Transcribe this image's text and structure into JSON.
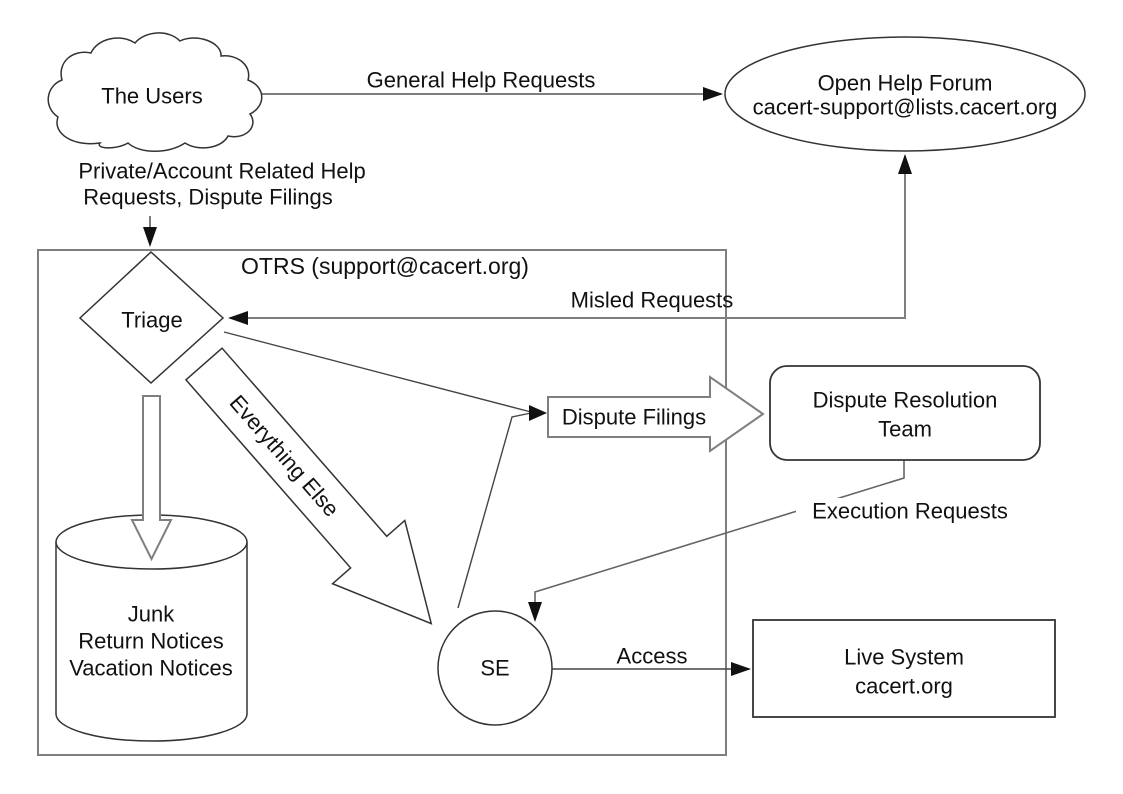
{
  "diagram": {
    "nodes": {
      "users": {
        "label": "The Users"
      },
      "open_help_forum": {
        "line1": "Open Help Forum",
        "line2": "cacert-support@lists.cacert.org"
      },
      "otrs": {
        "title": "OTRS (support@cacert.org)"
      },
      "triage": {
        "label": "Triage"
      },
      "junk_store": {
        "lines": [
          "Junk",
          "Return Notices",
          "Vacation Notices"
        ]
      },
      "se": {
        "label": "SE"
      },
      "dispute_filings": {
        "label": "Dispute Filings"
      },
      "dispute_resolution_team": {
        "line1": "Dispute Resolution",
        "line2": "Team"
      },
      "live_system": {
        "line1": "Live System",
        "line2": "cacert.org"
      }
    },
    "edges": {
      "general_help_requests": {
        "label": "General Help Requests"
      },
      "private_help": {
        "line1": "Private/Account Related Help",
        "line2": "Requests, Dispute Filings"
      },
      "misled_requests": {
        "label": "Misled Requests"
      },
      "everything_else": {
        "label": "Everything Else"
      },
      "execution_requests": {
        "label": "Execution Requests"
      },
      "access": {
        "label": "Access"
      }
    },
    "colors": {
      "background": "#ffffff",
      "shape_stroke": "#333333",
      "container_stroke": "#7f7f7f",
      "connector_gray": "#7f7f7f",
      "connector_dark": "#444444",
      "arrowhead": "#111111",
      "text": "#111111"
    }
  }
}
